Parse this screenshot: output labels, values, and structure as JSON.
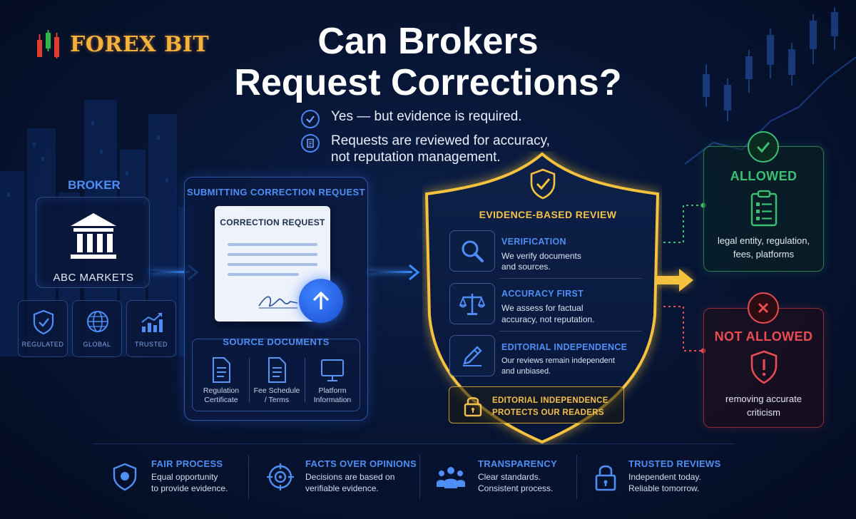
{
  "brand": {
    "name": "FOREX BIT"
  },
  "title": {
    "line1": "Can Brokers",
    "line2": "Request Corrections?"
  },
  "intro": [
    {
      "icon": "check-circle-icon",
      "text": "Yes — but evidence is required."
    },
    {
      "icon": "document-icon",
      "line1": "Requests are reviewed for accuracy,",
      "line2": "not reputation management."
    }
  ],
  "broker": {
    "label": "BROKER",
    "name": "ABC MARKETS",
    "badges": [
      {
        "icon": "shield-check-icon",
        "label": "REGULATED"
      },
      {
        "icon": "globe-icon",
        "label": "GLOBAL"
      },
      {
        "icon": "trend-chart-icon",
        "label": "TRUSTED"
      }
    ]
  },
  "submission": {
    "title": "SUBMITTING CORRECTION REQUEST",
    "document_title": "CORRECTION REQUEST",
    "sources_title": "SOURCE DOCUMENTS",
    "sources": [
      {
        "icon": "file-icon",
        "line1": "Regulation",
        "line2": "Certificate"
      },
      {
        "icon": "file-icon",
        "line1": "Fee Schedule",
        "line2": "/ Terms"
      },
      {
        "icon": "monitor-icon",
        "line1": "Platform",
        "line2": "Information"
      }
    ]
  },
  "review": {
    "title": "EVIDENCE-BASED REVIEW",
    "steps": [
      {
        "icon": "magnifier-icon",
        "title": "VERIFICATION",
        "line1": "We verify documents",
        "line2": "and sources."
      },
      {
        "icon": "scales-icon",
        "title": "ACCURACY FIRST",
        "line1": "We assess for factual",
        "line2": "accuracy, not reputation."
      },
      {
        "icon": "pen-icon",
        "title": "EDITORIAL INDEPENDENCE",
        "line1": "Our reviews remain independent",
        "line2": "and unbiased."
      }
    ],
    "protect": {
      "line1": "EDITORIAL INDEPENDENCE",
      "line2": "PROTECTS OUR READERS"
    }
  },
  "allowed": {
    "title": "ALLOWED",
    "line1": "legal entity, regulation,",
    "line2": "fees, platforms",
    "color": "#3bc073"
  },
  "not_allowed": {
    "title": "NOT ALLOWED",
    "line1": "removing accurate",
    "line2": "criticism",
    "color": "#ea4c54"
  },
  "footer": [
    {
      "icon": "shield-icon",
      "title": "FAIR PROCESS",
      "line1": "Equal opportunity",
      "line2": "to provide evidence."
    },
    {
      "icon": "target-icon",
      "title": "FACTS OVER OPINIONS",
      "line1": "Decisions are based on",
      "line2": "verifiable evidence."
    },
    {
      "icon": "people-icon",
      "title": "TRANSPARENCY",
      "line1": "Clear standards.",
      "line2": "Consistent process."
    },
    {
      "icon": "lock-icon",
      "title": "TRUSTED REVIEWS",
      "line1": "Independent today.",
      "line2": "Reliable tomorrow."
    }
  ],
  "colors": {
    "accent_blue": "#4f8ff5",
    "gold": "#f5c347",
    "background": "#071534"
  }
}
